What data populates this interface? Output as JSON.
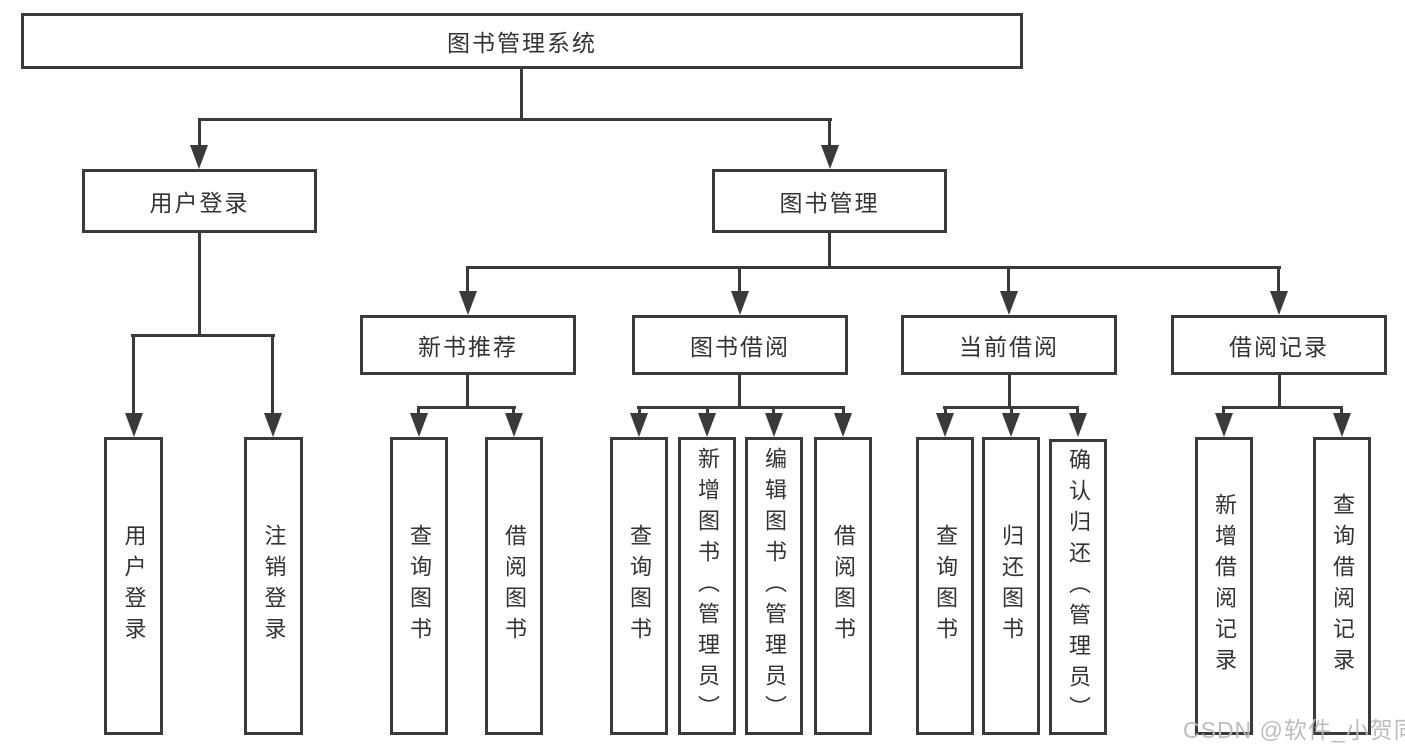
{
  "diagram": {
    "type": "hierarchy-tree",
    "orientation": "top-down",
    "tree": {
      "root": {
        "label": "图书管理系统",
        "children": [
          {
            "label": "用户登录",
            "children": [
              {
                "label": "用户登录"
              },
              {
                "label": "注销登录"
              }
            ]
          },
          {
            "label": "图书管理",
            "children": [
              {
                "label": "新书推荐",
                "children": [
                  {
                    "label": "查询图书"
                  },
                  {
                    "label": "借阅图书"
                  }
                ]
              },
              {
                "label": "图书借阅",
                "children": [
                  {
                    "label": "查询图书"
                  },
                  {
                    "label": "新增图书（管理员）"
                  },
                  {
                    "label": "编辑图书（管理员）"
                  },
                  {
                    "label": "借阅图书"
                  }
                ]
              },
              {
                "label": "当前借阅",
                "children": [
                  {
                    "label": "查询图书"
                  },
                  {
                    "label": "归还图书"
                  },
                  {
                    "label": "确认归还（管理员）"
                  }
                ]
              },
              {
                "label": "借阅记录",
                "children": [
                  {
                    "label": "新增借阅记录"
                  },
                  {
                    "label": "查询借阅记录"
                  }
                ]
              }
            ]
          }
        ]
      }
    },
    "colors": {
      "line": "#3a3a3a",
      "box_border": "#3a3a3a",
      "box_background": "#ffffff",
      "text": "#333333",
      "watermark": "#b9b9b9",
      "page_background": "#ffffff"
    }
  },
  "watermark": "CSDN @软件_小贺同学"
}
